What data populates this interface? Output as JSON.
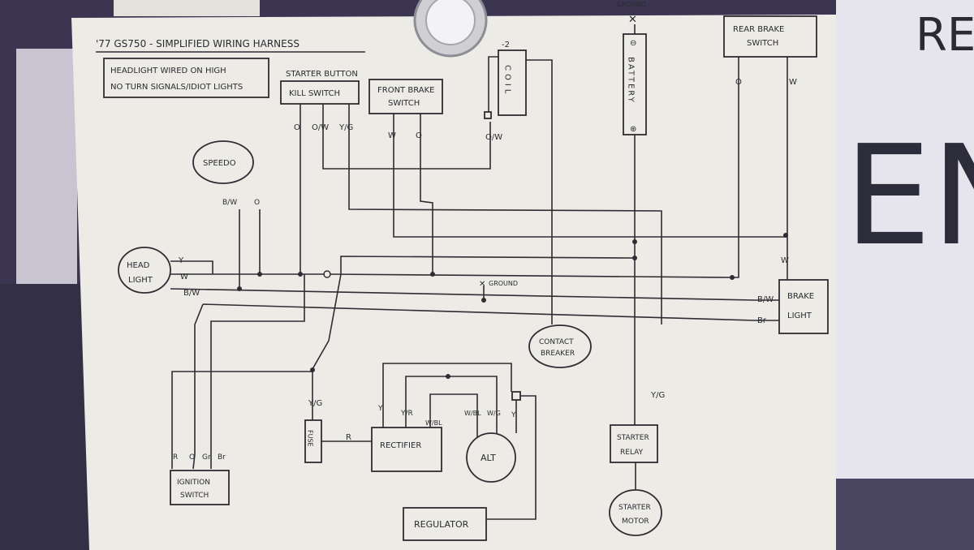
{
  "diagram": {
    "title": "'77 GS750 - SIMPLIFIED WIRING HARNESS",
    "note_line1": "HEADLIGHT WIRED ON HIGH",
    "note_line2": "NO TURN SIGNALS/IDIOT LIGHTS",
    "components": {
      "starter_button": "STARTER BUTTON",
      "kill_switch": "KILL SWITCH",
      "front_brake_line1": "FRONT BRAKE",
      "front_brake_line2": "SWITCH",
      "coil": "COIL",
      "coil_mark": "-2",
      "battery": "BATTERY",
      "battery_neg": "⊖",
      "battery_pos": "⊕",
      "ground_top": "GROUND",
      "rear_brake_line1": "REAR BRAKE",
      "rear_brake_line2": "SWITCH",
      "speedo": "SPEEDO",
      "headlight_line1": "HEAD",
      "headlight_line2": "LIGHT",
      "ground_mid": "GROUND",
      "brake_light_line1": "BRAKE",
      "brake_light_line2": "LIGHT",
      "contact_breaker_line1": "CONTACT",
      "contact_breaker_line2": "BREAKER",
      "fuse": "FUSE",
      "rectifier": "RECTIFIER",
      "alt": "ALT",
      "regulator": "REGULATOR",
      "ignition_line1": "IGNITION",
      "ignition_line2": "SWITCH",
      "starter_relay_line1": "STARTER",
      "starter_relay_line2": "RELAY",
      "starter_motor_line1": "STARTER",
      "starter_motor_line2": "MOTOR"
    },
    "wire_labels": {
      "kill_o": "O",
      "kill_ow": "O/W",
      "kill_yg": "Y/G",
      "front_w": "W",
      "front_o": "O",
      "coil_ow": "O/W",
      "rear_o": "O",
      "rear_w": "W",
      "speedo_bw": "B/W",
      "speedo_o": "O",
      "head_y": "Y",
      "head_w": "W",
      "head_bw": "B/W",
      "brake_w": "W",
      "brake_bw": "B/W",
      "brake_br": "Br",
      "fuse_yg": "Y/G",
      "fuse_r": "R",
      "rect_y": "Y",
      "rect_yr": "Y/R",
      "rect_wbl": "W/BL",
      "alt_wbl": "W/BL",
      "alt_wg": "W/G",
      "alt_y": "Y",
      "ign_r": "R",
      "ign_o": "O",
      "ign_gr": "Gr",
      "ign_br": "Br",
      "relay_yg": "Y/G"
    },
    "whiteboard_text_1": "RE",
    "whiteboard_text_2": "EN"
  }
}
